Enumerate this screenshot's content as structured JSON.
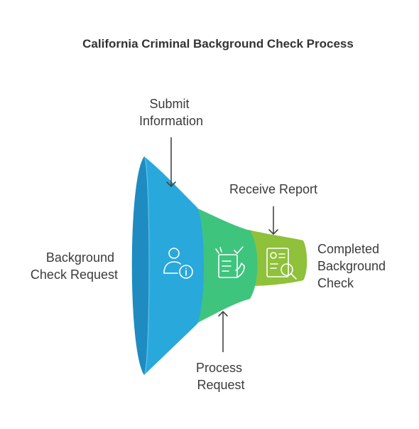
{
  "title": "California Criminal Background Check Process",
  "stages": [
    {
      "label_lines": [
        "Background",
        "Check Request"
      ],
      "icon": "user-info-icon",
      "color": "#29a8dc"
    },
    {
      "label_lines": [
        "Process",
        "Request"
      ],
      "icon": "checklist-hand-icon",
      "color": "#3ec47d"
    },
    {
      "label_lines": [
        "Completed",
        "Background",
        "Check"
      ],
      "icon": "report-search-icon",
      "color": "#8fc13a"
    }
  ],
  "annotations": {
    "submit": [
      "Submit",
      "Information"
    ],
    "receive": [
      "Receive Report"
    ]
  }
}
